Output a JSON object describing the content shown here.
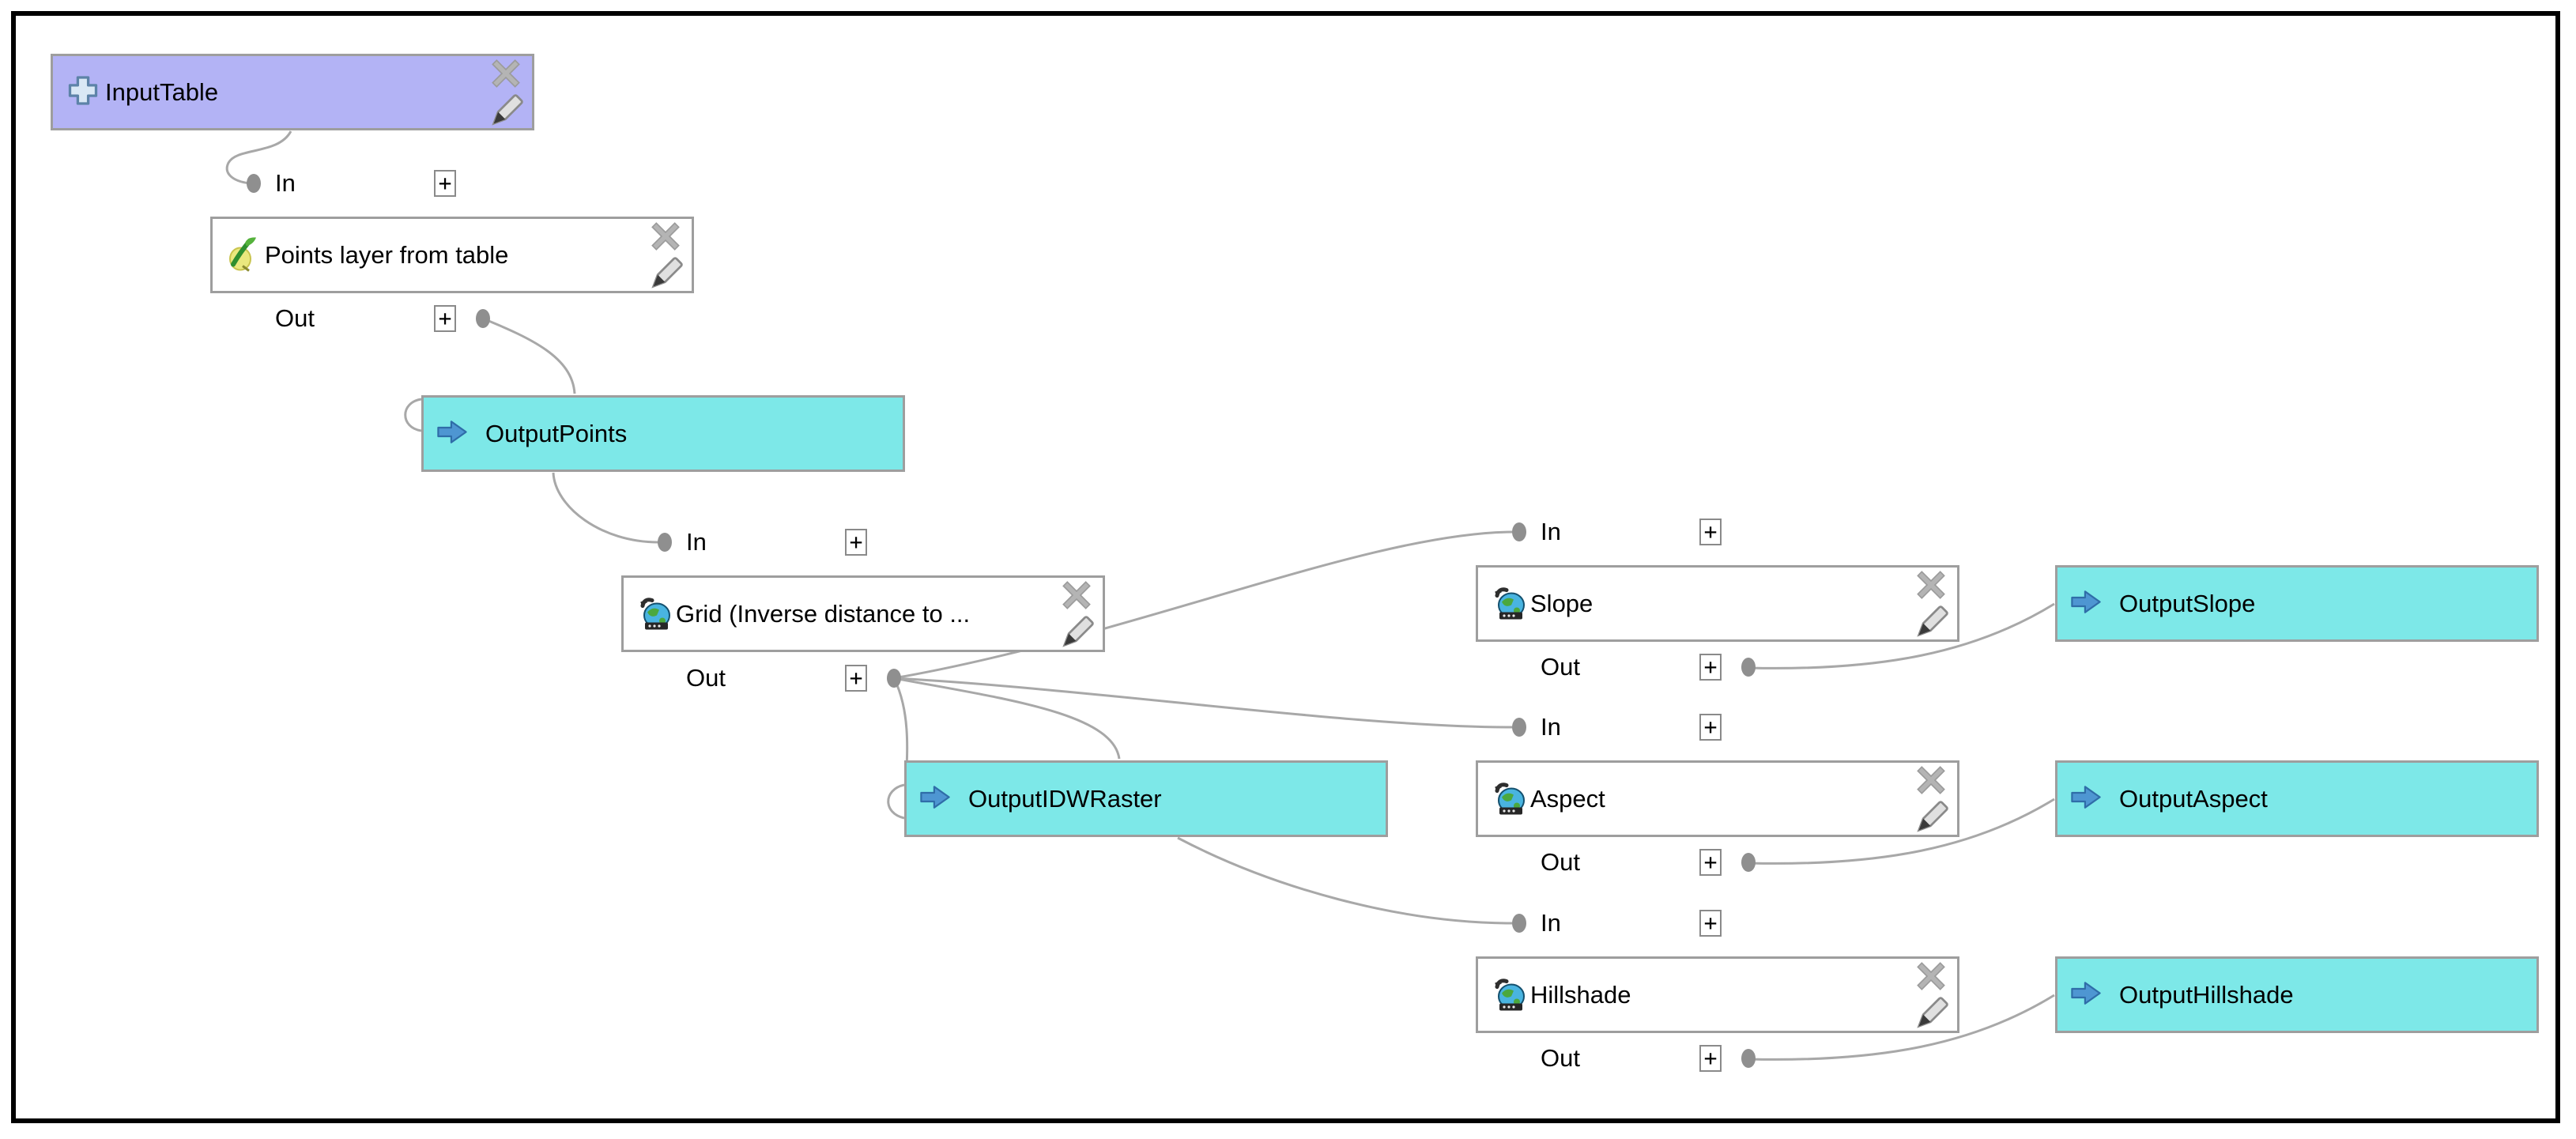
{
  "ui": {
    "in_label": "In",
    "out_label": "Out",
    "expand_glyph": "+"
  },
  "colors": {
    "background": "#ffffff",
    "frame": "#000000",
    "input_fill": "#b3b3f5",
    "output_fill": "#7de8e8",
    "box_border": "#9e9e9e",
    "connector": "#a8a8a8"
  },
  "nodes": [
    {
      "id": "input-table",
      "type": "input",
      "label": "InputTable",
      "icon": "input-plus-icon"
    },
    {
      "id": "points-layer",
      "type": "algorithm",
      "label": "Points layer from table",
      "icon": "qgis-icon"
    },
    {
      "id": "output-points",
      "type": "output",
      "label": "OutputPoints",
      "icon": "output-arrow-icon"
    },
    {
      "id": "grid-idw",
      "type": "algorithm",
      "label": "Grid (Inverse distance to ...",
      "icon": "saga-icon"
    },
    {
      "id": "output-idw",
      "type": "output",
      "label": "OutputIDWRaster",
      "icon": "output-arrow-icon"
    },
    {
      "id": "slope",
      "type": "algorithm",
      "label": "Slope",
      "icon": "saga-icon"
    },
    {
      "id": "output-slope",
      "type": "output",
      "label": "OutputSlope",
      "icon": "output-arrow-icon"
    },
    {
      "id": "aspect",
      "type": "algorithm",
      "label": "Aspect",
      "icon": "saga-icon"
    },
    {
      "id": "output-aspect",
      "type": "output",
      "label": "OutputAspect",
      "icon": "output-arrow-icon"
    },
    {
      "id": "hillshade",
      "type": "algorithm",
      "label": "Hillshade",
      "icon": "saga-icon"
    },
    {
      "id": "output-hillshade",
      "type": "output",
      "label": "OutputHillshade",
      "icon": "output-arrow-icon"
    }
  ],
  "connections": [
    {
      "from": "InputTable",
      "to": "Points layer from table",
      "to_port": "In"
    },
    {
      "from": "Points layer from table",
      "from_port": "Out",
      "to": "OutputPoints"
    },
    {
      "from": "OutputPoints",
      "to": "Grid (Inverse distance to ...",
      "to_port": "In"
    },
    {
      "from": "Grid (Inverse distance to ...",
      "from_port": "Out",
      "to": "OutputIDWRaster"
    },
    {
      "from": "Grid (Inverse distance to ...",
      "from_port": "Out",
      "to": "Slope",
      "to_port": "In"
    },
    {
      "from": "Grid (Inverse distance to ...",
      "from_port": "Out",
      "to": "Aspect",
      "to_port": "In"
    },
    {
      "from": "OutputIDWRaster",
      "to": "Hillshade",
      "to_port": "In"
    },
    {
      "from": "Slope",
      "from_port": "Out",
      "to": "OutputSlope"
    },
    {
      "from": "Aspect",
      "from_port": "Out",
      "to": "OutputAspect"
    },
    {
      "from": "Hillshade",
      "from_port": "Out",
      "to": "OutputHillshade"
    }
  ]
}
